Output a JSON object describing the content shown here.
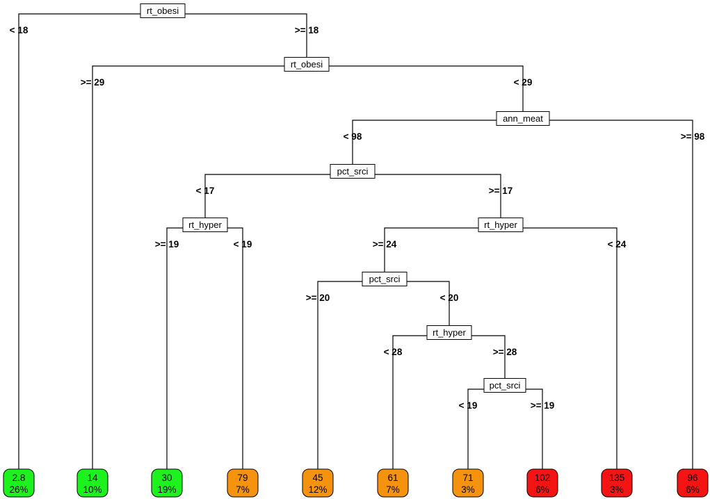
{
  "colors": {
    "low": "#1ef21e",
    "mid": "#f5930e",
    "high": "#f51414"
  },
  "nodes": [
    {
      "id": "n1",
      "label": "rt_obesi"
    },
    {
      "id": "n2",
      "label": "rt_obesi"
    },
    {
      "id": "n3",
      "label": "ann_meat"
    },
    {
      "id": "n4",
      "label": "pct_srci"
    },
    {
      "id": "n5",
      "label": "rt_hyper"
    },
    {
      "id": "n6",
      "label": "rt_hyper"
    },
    {
      "id": "n7",
      "label": "pct_srci"
    },
    {
      "id": "n8",
      "label": "rt_hyper"
    },
    {
      "id": "n9",
      "label": "pct_srci"
    }
  ],
  "edges": [
    {
      "from": "n1",
      "to": "l1",
      "cond": "< 18"
    },
    {
      "from": "n1",
      "to": "n2",
      "cond": ">= 18"
    },
    {
      "from": "n2",
      "to": "l2",
      "cond": ">= 29"
    },
    {
      "from": "n2",
      "to": "n3",
      "cond": "< 29"
    },
    {
      "from": "n3",
      "to": "n4",
      "cond": "< 98"
    },
    {
      "from": "n3",
      "to": "l10",
      "cond": ">= 98"
    },
    {
      "from": "n4",
      "to": "n5",
      "cond": "< 17"
    },
    {
      "from": "n4",
      "to": "n6",
      "cond": ">= 17"
    },
    {
      "from": "n5",
      "to": "l3",
      "cond": ">= 19"
    },
    {
      "from": "n5",
      "to": "l4",
      "cond": "< 19"
    },
    {
      "from": "n6",
      "to": "n7",
      "cond": ">= 24"
    },
    {
      "from": "n6",
      "to": "l9",
      "cond": "< 24"
    },
    {
      "from": "n7",
      "to": "l5",
      "cond": ">= 20"
    },
    {
      "from": "n7",
      "to": "n8",
      "cond": "< 20"
    },
    {
      "from": "n8",
      "to": "l6",
      "cond": "< 28"
    },
    {
      "from": "n8",
      "to": "n9",
      "cond": ">= 28"
    },
    {
      "from": "n9",
      "to": "l7",
      "cond": "< 19"
    },
    {
      "from": "n9",
      "to": "l8",
      "cond": ">= 19"
    }
  ],
  "leaves": [
    {
      "id": "l1",
      "value": "2.8",
      "pct": "26%",
      "color": "low"
    },
    {
      "id": "l2",
      "value": "14",
      "pct": "10%",
      "color": "low"
    },
    {
      "id": "l3",
      "value": "30",
      "pct": "19%",
      "color": "low"
    },
    {
      "id": "l4",
      "value": "79",
      "pct": "7%",
      "color": "mid"
    },
    {
      "id": "l5",
      "value": "45",
      "pct": "12%",
      "color": "mid"
    },
    {
      "id": "l6",
      "value": "61",
      "pct": "7%",
      "color": "mid"
    },
    {
      "id": "l7",
      "value": "71",
      "pct": "3%",
      "color": "mid"
    },
    {
      "id": "l8",
      "value": "102",
      "pct": "6%",
      "color": "high"
    },
    {
      "id": "l9",
      "value": "135",
      "pct": "3%",
      "color": "high"
    },
    {
      "id": "l10",
      "value": "96",
      "pct": "6%",
      "color": "high"
    }
  ]
}
